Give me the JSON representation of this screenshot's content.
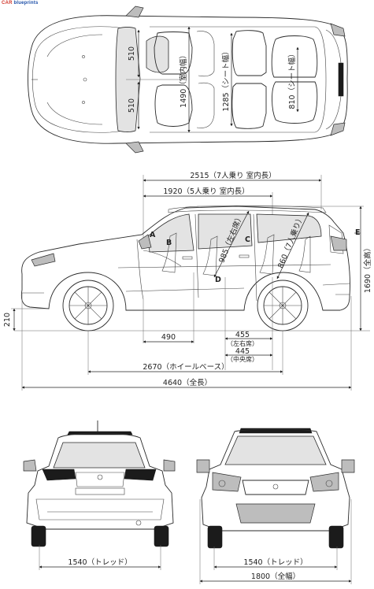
{
  "watermark": {
    "part1": "CAR",
    "part2": "blueprints"
  },
  "top_view": {
    "dims": {
      "half_width_1": "510",
      "half_width_2": "510",
      "interior_width": "1490（室内幅）",
      "seat_width_3rd": "1285（シート幅）",
      "seat_width_2nd": "810（シート幅）"
    }
  },
  "side_view": {
    "dims": {
      "interior_7": "2515（7人乗り 室内長）",
      "interior_5": "1920（5人乗り 室内長）",
      "seat_left": "985（左右席）",
      "seat_7": "860（7人乗り）",
      "height": "1690（全高）",
      "ground_clearance": "210",
      "dim_490": "490",
      "dim_455": "455",
      "dim_455_note": "（左右席）",
      "dim_445": "445",
      "dim_445_note": "（中央席）",
      "wheelbase": "2670（ホイールベース）",
      "length": "4640（全長）"
    },
    "letters": {
      "a": "A",
      "b": "B",
      "c": "C",
      "d": "D",
      "e": "E"
    }
  },
  "rear_view": {
    "track": "1540（トレッド）"
  },
  "front_view": {
    "track": "1540（トレッド）",
    "width": "1800（全幅）"
  }
}
